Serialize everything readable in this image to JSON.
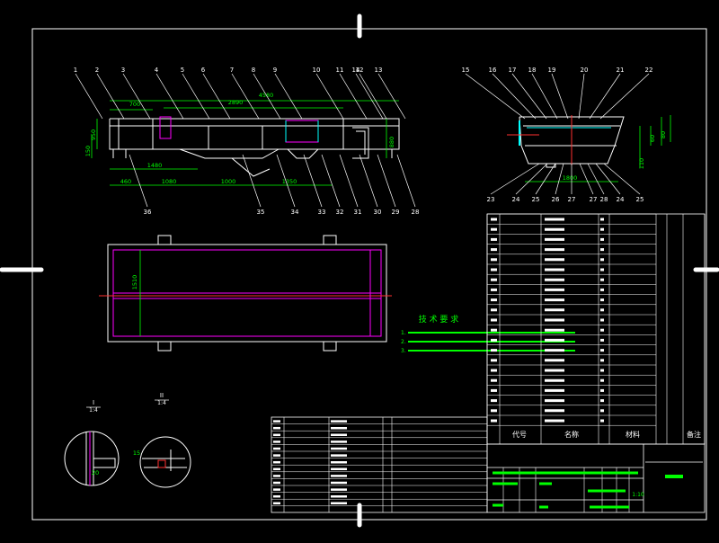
{
  "drawing": {
    "colors": {
      "background": "#000000",
      "border": "#ffffff",
      "outline": "#ffffff",
      "dimension": "#00ff00",
      "leader": "#ffffff",
      "inner_outline": "#ff00ff",
      "center_line": "#ff3030",
      "cyan": "#00ffff",
      "table_text": "#ffffff",
      "notes_text": "#00ff00"
    },
    "balloons_top": [
      "1",
      "2",
      "3",
      "4",
      "5",
      "6",
      "7",
      "8",
      "9",
      "10",
      "11",
      "12",
      "13",
      "14"
    ],
    "balloons_bottom": [
      "36",
      "35",
      "34",
      "33",
      "32",
      "31",
      "30",
      "29",
      "28"
    ],
    "dims_front": [
      "4580",
      "700",
      "2890",
      "950",
      "150",
      "1480",
      "460",
      "1080",
      "1000",
      "1350",
      "880"
    ],
    "balloons_side_top": [
      "15",
      "16",
      "17",
      "18",
      "19",
      "20",
      "21",
      "22"
    ],
    "balloons_side_bottom": [
      "23",
      "24",
      "25",
      "26",
      "27",
      "27",
      "28",
      "24",
      "25"
    ],
    "dims_side": [
      "1800",
      "110",
      "60",
      "80"
    ],
    "view_labels": [
      "I",
      "II"
    ],
    "view_scales": [
      "1:4",
      "1:4"
    ],
    "detail_dims": [
      "20",
      "15"
    ],
    "plan_dim": "1510",
    "tech_title": "技 术 要 求",
    "tech_lines": [
      "1.",
      "2.",
      "3."
    ],
    "bom_header": {
      "code": "代号",
      "name": "名称",
      "material": "材料",
      "note": "备注"
    },
    "bom_rows_right": [
      "",
      "",
      "",
      "",
      "",
      "",
      "",
      "",
      "",
      "",
      "",
      "",
      "",
      "",
      "",
      "",
      "",
      "",
      "",
      "",
      ""
    ],
    "bom_rows_left": [
      "",
      "",
      "",
      "",
      "",
      "",
      "",
      "",
      "",
      "",
      "",
      "",
      "",
      ""
    ],
    "title_block": {
      "scale": "1:10"
    }
  }
}
